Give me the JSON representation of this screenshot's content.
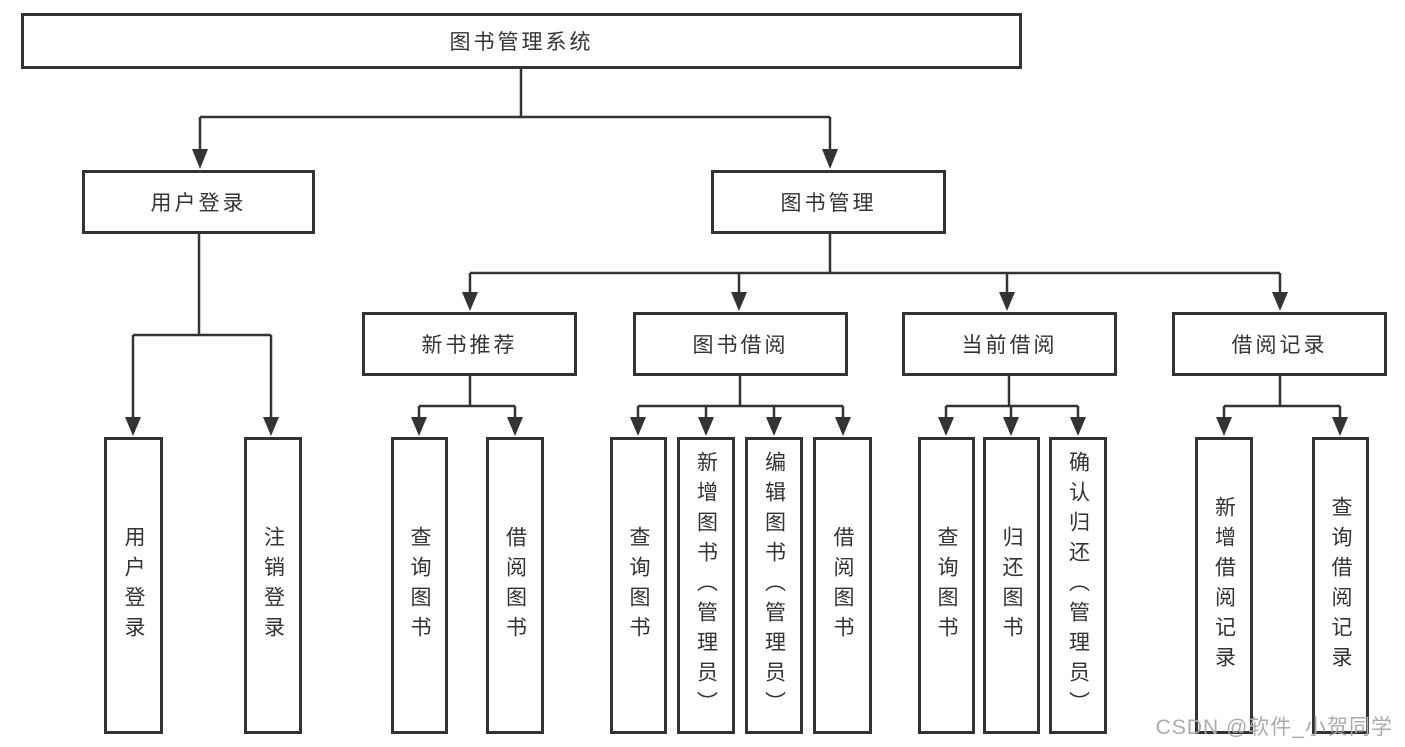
{
  "diagram": {
    "title": "图书管理系统",
    "watermark": "CSDN @软件_小贺同学",
    "colors": {
      "line": "#333333",
      "box_border": "#333333",
      "box_background": "#ffffff",
      "text": "#333333",
      "watermark_text": "#ababab",
      "page_background": "#ffffff"
    },
    "tree": {
      "label": "图书管理系统",
      "children": [
        {
          "label": "用户登录",
          "children": [
            {
              "label": "用户登录"
            },
            {
              "label": "注销登录"
            }
          ]
        },
        {
          "label": "图书管理",
          "children": [
            {
              "label": "新书推荐",
              "children": [
                {
                  "label": "查询图书"
                },
                {
                  "label": "借阅图书"
                }
              ]
            },
            {
              "label": "图书借阅",
              "children": [
                {
                  "label": "查询图书"
                },
                {
                  "label": "新增图书（管理员）"
                },
                {
                  "label": "编辑图书（管理员）"
                },
                {
                  "label": "借阅图书"
                }
              ]
            },
            {
              "label": "当前借阅",
              "children": [
                {
                  "label": "查询图书"
                },
                {
                  "label": "归还图书"
                },
                {
                  "label": "确认归还（管理员）"
                }
              ]
            },
            {
              "label": "借阅记录",
              "children": [
                {
                  "label": "新增借阅记录"
                },
                {
                  "label": "查询借阅记录"
                }
              ]
            }
          ]
        }
      ]
    }
  }
}
